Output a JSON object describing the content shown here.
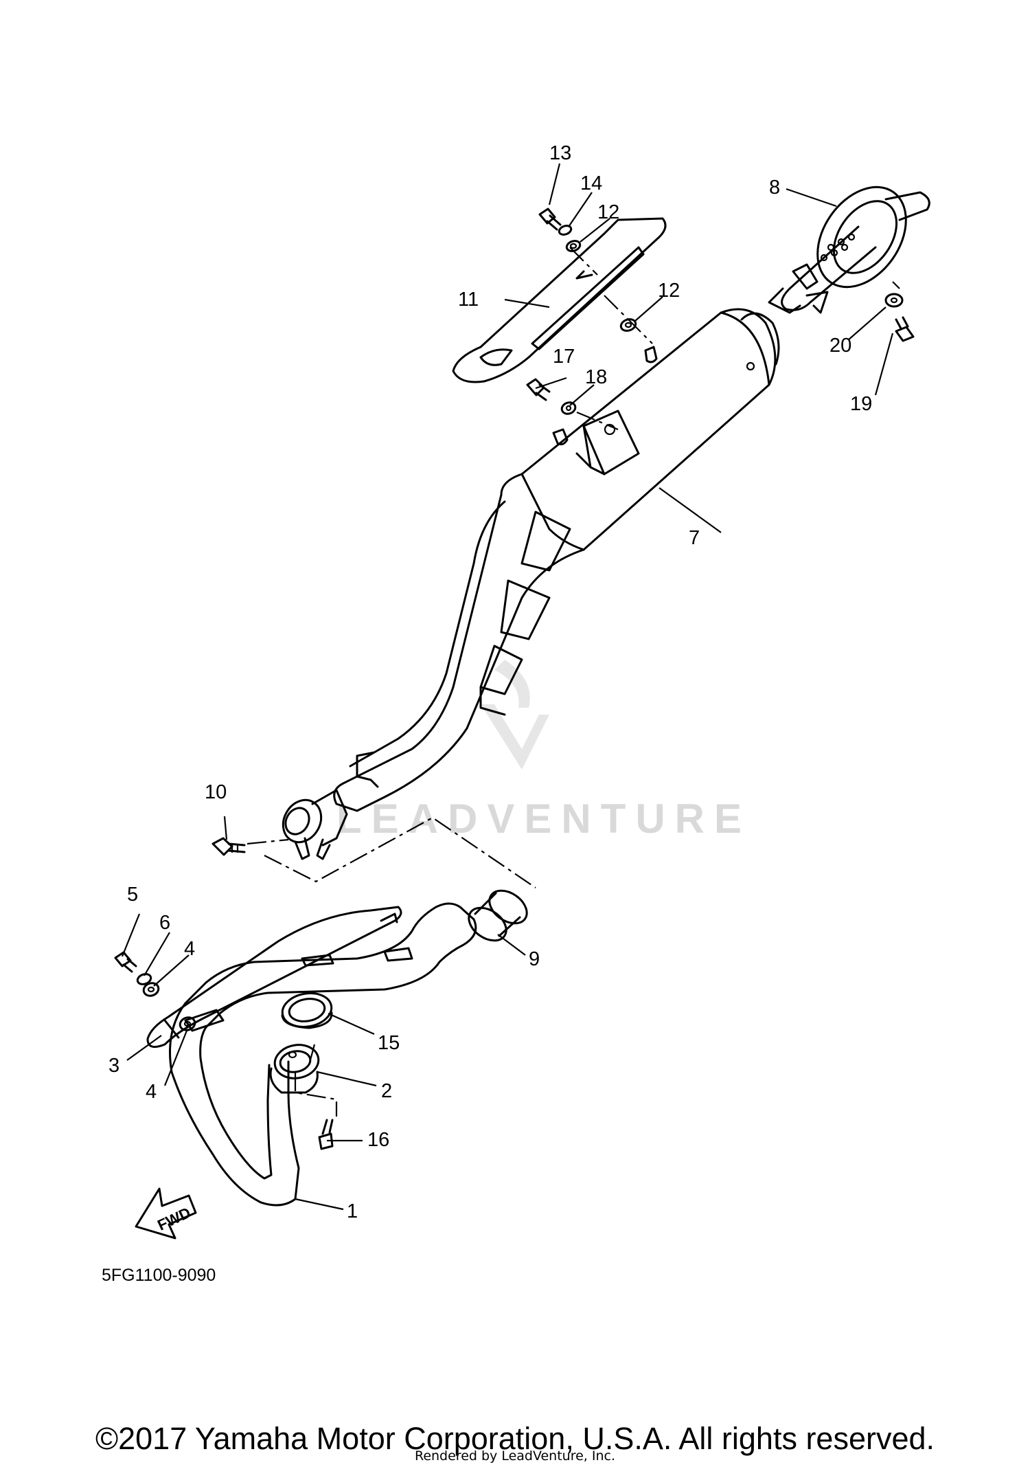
{
  "diagram": {
    "labels": {
      "p1": "1",
      "p2": "2",
      "p3": "3",
      "p4a": "4",
      "p4b": "4",
      "p5": "5",
      "p6": "6",
      "p7": "7",
      "p8": "8",
      "p9": "9",
      "p10": "10",
      "p11": "11",
      "p12a": "12",
      "p12b": "12",
      "p13": "13",
      "p14": "14",
      "p15": "15",
      "p16": "16",
      "p17": "17",
      "p18": "18",
      "p19": "19",
      "p20": "20"
    },
    "fwd_arrow": "FWD",
    "drawing_code": "5FG1100-9090",
    "watermark": "LEADVENTURE"
  },
  "footer": {
    "copyright": "©2017 Yamaha Motor Corporation, U.S.A. All rights reserved.",
    "rendered_by": "Rendered by LeadVenture, Inc."
  }
}
